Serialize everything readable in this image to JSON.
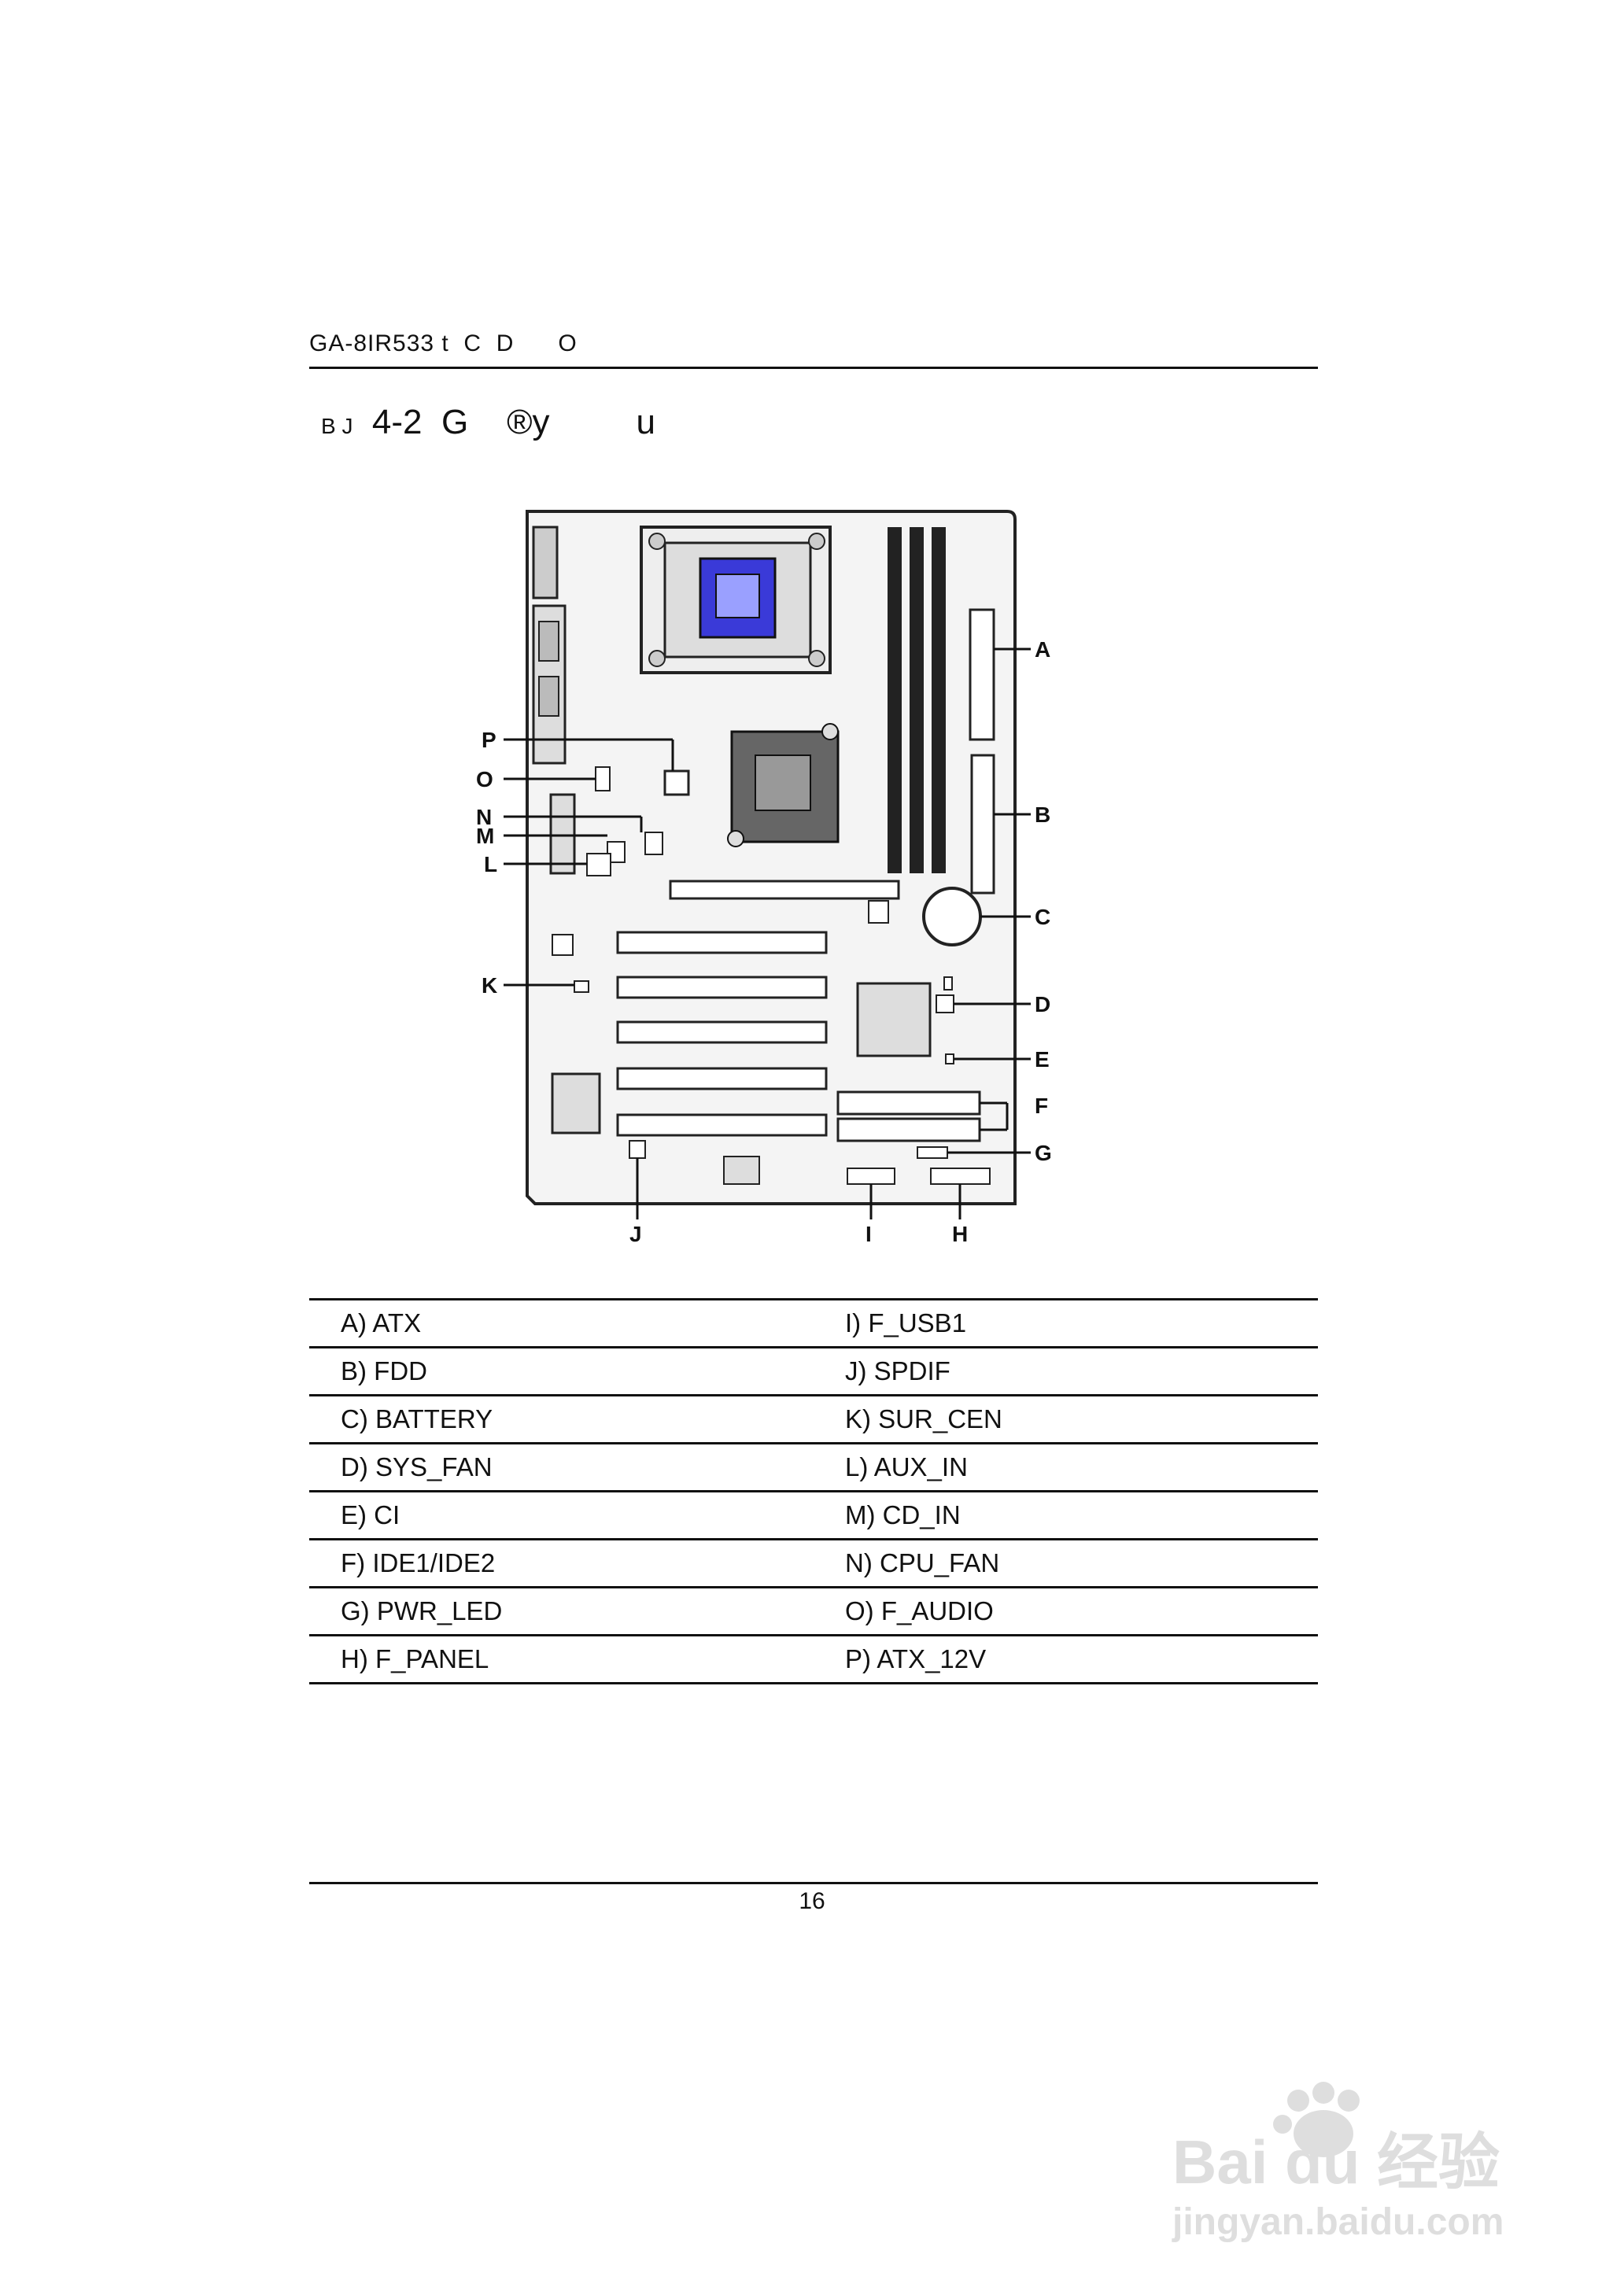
{
  "header": {
    "model": "GA-8IR533",
    "letters": "t  C  D      O"
  },
  "figure": {
    "caption_prefix": "B J",
    "caption": "4-2  G    ®y         u"
  },
  "board_labels": [
    "A",
    "B",
    "C",
    "D",
    "E",
    "F",
    "G",
    "H",
    "I",
    "J",
    "K",
    "L",
    "M",
    "N",
    "O",
    "P"
  ],
  "legend": {
    "rows": [
      {
        "left": "A)  ATX",
        "right": "I)    F_USB1"
      },
      {
        "left": "B)  FDD",
        "right": "J)    SPDIF"
      },
      {
        "left": "C)  BATTERY",
        "right": "K)   SUR_CEN"
      },
      {
        "left": "D)  SYS_FAN",
        "right": "L)    AUX_IN"
      },
      {
        "left": "E)  CI",
        "right": "M)   CD_IN"
      },
      {
        "left": "F)  IDE1/IDE2",
        "right": "N)     CPU_FAN"
      },
      {
        "left": "G)  PWR_LED",
        "right": "O)    F_AUDIO"
      },
      {
        "left": "H)  F_PANEL",
        "right": "P)    ATX_12V"
      }
    ]
  },
  "footer": {
    "page_number": "16"
  },
  "watermark": {
    "brand": "Bai du 经验",
    "url": "jingyan.baidu.com"
  }
}
